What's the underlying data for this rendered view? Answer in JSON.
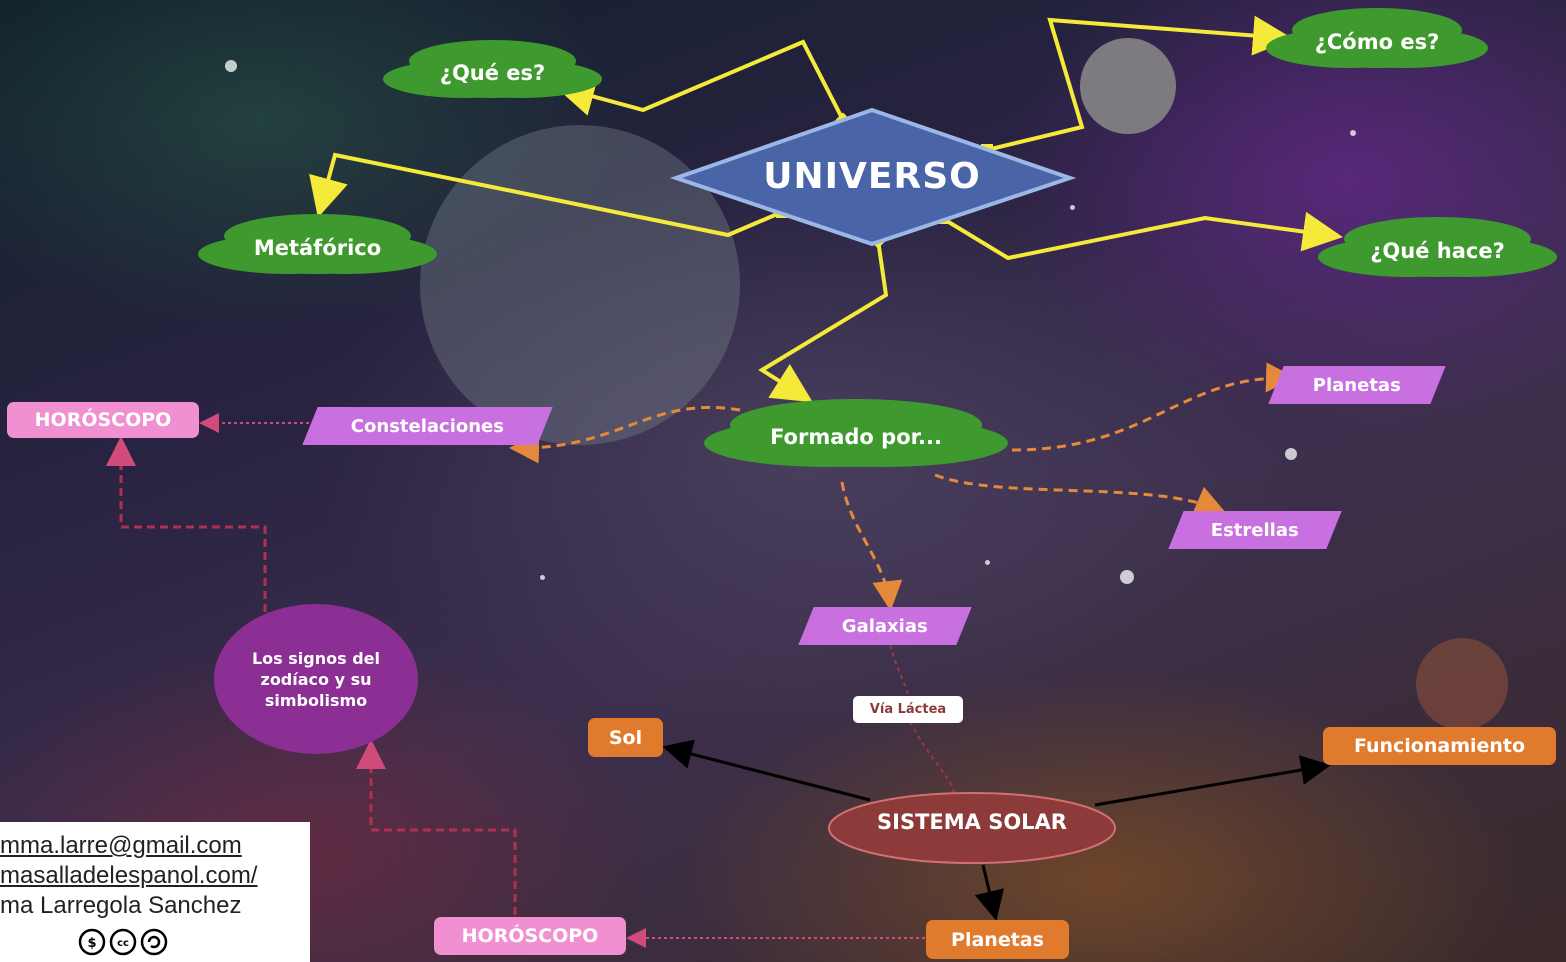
{
  "center": {
    "label": "UNIVERSO"
  },
  "clouds": {
    "que_es": "¿Qué es?",
    "como_es": "¿Cómo es?",
    "metaforico": "Metáfórico",
    "que_hace": "¿Qué hace?",
    "formado_por": "Formado por..."
  },
  "components": {
    "constelaciones": "Constelaciones",
    "planetas": "Planetas",
    "estrellas": "Estrellas",
    "galaxias": "Galaxias"
  },
  "horoscopo_top": "HORÓSCOPO",
  "horoscopo_bottom": "HORÓSCOPO",
  "zodiaco": "Los signos del zodíaco y su simbolismo",
  "via_lactea": "Vía Láctea",
  "sistema_solar": {
    "label": "SISTEMA SOLAR",
    "sol": "Sol",
    "funcionamiento": "Funcionamiento",
    "planetas": "Planetas"
  },
  "credits": {
    "email": "mma.larre@gmail.com",
    "site": "masalladelespanol.com/",
    "author": "ma Larregola Sanchez",
    "license_icon": "cc-by-nc-sa-icon"
  },
  "colors": {
    "cloud": "#3e9a2e",
    "diamond": "#4a64a8",
    "yellow_link": "#f5ea3a",
    "orange_link": "#e58a3a",
    "pink_link": "#d04a7a",
    "parallelogram": "#c870e0",
    "sistema_solar": "#8c3a3a"
  }
}
